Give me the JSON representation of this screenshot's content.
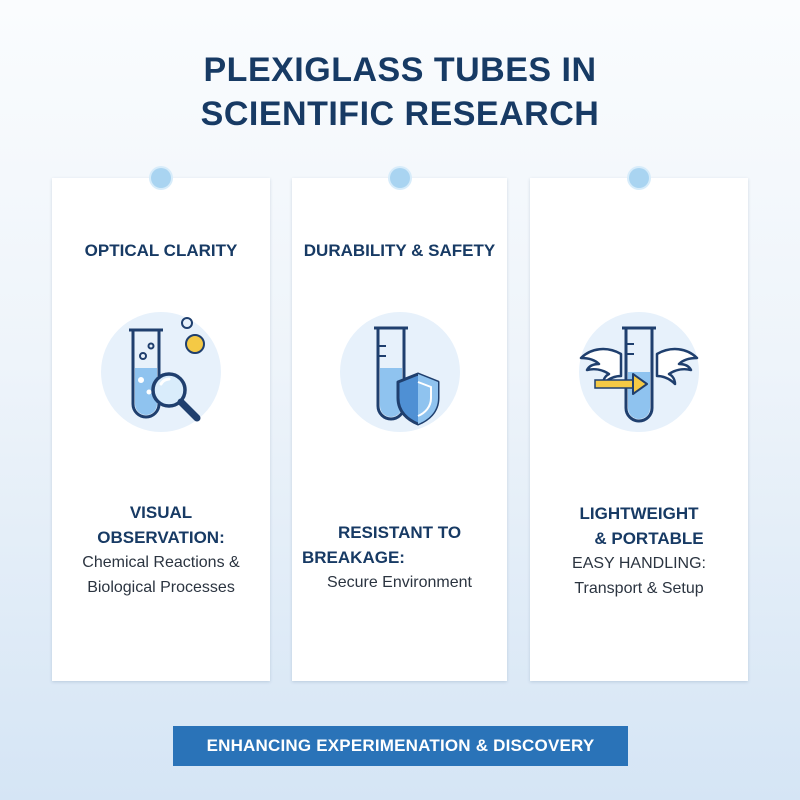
{
  "title": {
    "line1": "PLEXIGLASS TUBES IN",
    "line2": "SCIENTIFIC RESEARCH"
  },
  "cards": [
    {
      "heading": "OPTICAL CLARITY",
      "icon": "test-tube-magnifier-icon",
      "bold_line1": "VISUAL",
      "bold_line2": "OBSERVATION:",
      "sub_line1": "Chemical Reactions &",
      "sub_line2": "Biological Processes"
    },
    {
      "heading": "DURABILITY & SAFETY",
      "icon": "test-tube-shield-icon",
      "bold_line1": "RESISTANT TO",
      "bold_line2": "BREAKAGE:",
      "sub_line1": "Secure Environment"
    },
    {
      "heading": "",
      "icon": "winged-test-tube-icon",
      "bold_line1": "LIGHTWEIGHT",
      "bold_line2": "& PORTABLE",
      "sub_line1": "EASY HANDLING:",
      "sub_line2": "Transport & Setup"
    }
  ],
  "footer": "ENHANCING EXPERIMENATION & DISCOVERY",
  "colors": {
    "navy": "#173a64",
    "accent_blue": "#2a73b8",
    "light_blue": "#a9d4f1",
    "liquid": "#8fc3ef",
    "yellow": "#f4c945"
  }
}
